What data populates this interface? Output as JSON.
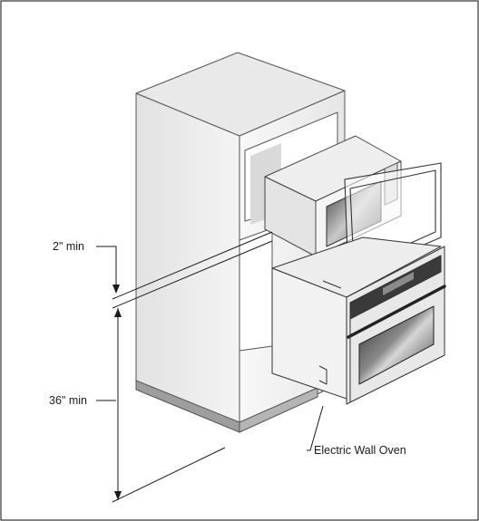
{
  "labels": {
    "gap_min": "2\" min",
    "height_min": "36\" min",
    "oven_callout": "Electric Wall Oven"
  }
}
